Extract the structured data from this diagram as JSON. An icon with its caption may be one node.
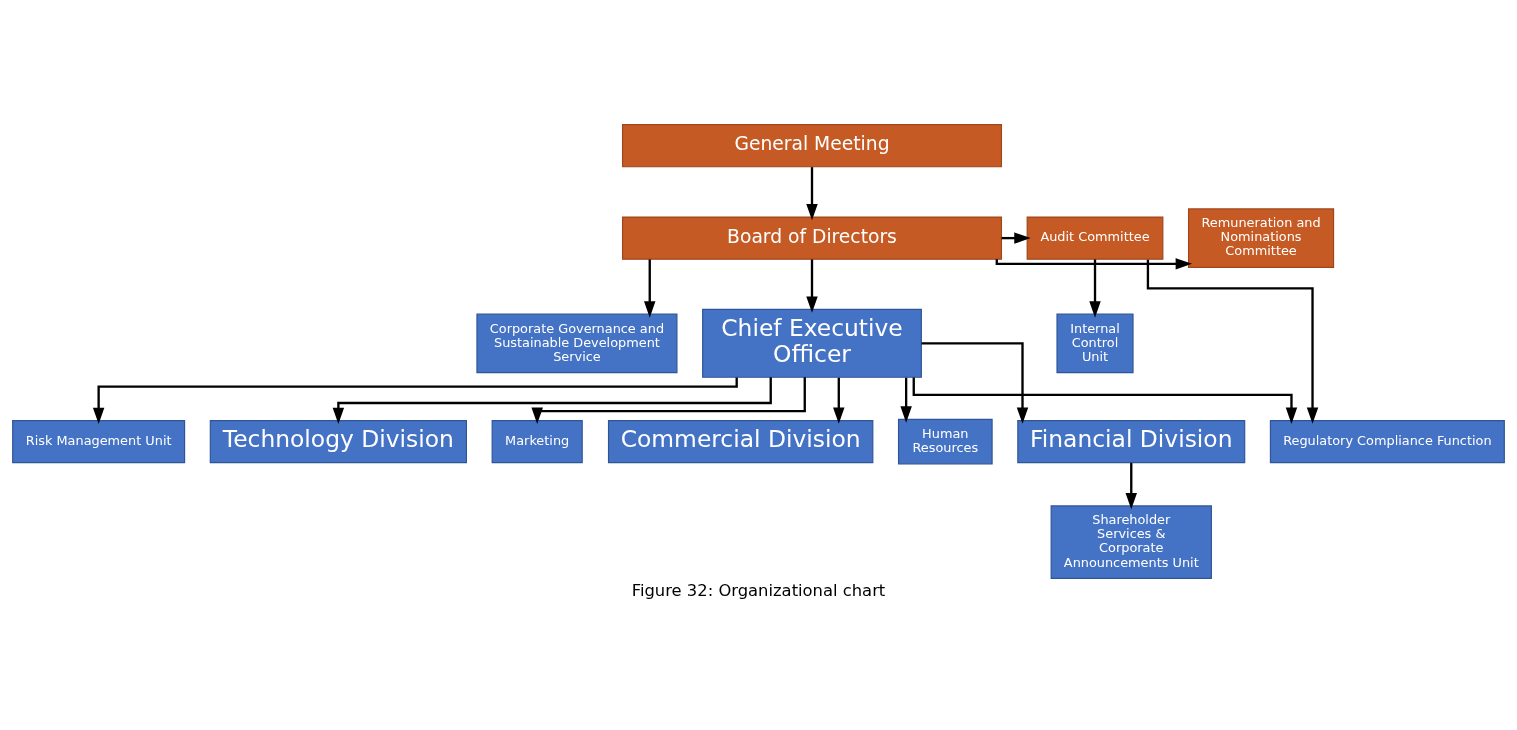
{
  "diagram": {
    "caption": "Figure 32: Organizational chart",
    "nodes": [
      {
        "text": [
          "General Meeting"
        ]
      },
      {
        "text": [
          "Remuneration and Nominations Committee"
        ]
      },
      {
        "text": [
          "Board of Directors"
        ]
      },
      {
        "text": [
          "Audit Committee"
        ]
      },
      {
        "text": [
          "Internal Control Unit"
        ]
      },
      {
        "text": [
          "Corporate Governance and Sustainable Development Service"
        ]
      },
      {
        "text": [
          "Chief Executive Officer"
        ]
      },
      {
        "text": [
          "Regulatory Compliance Function"
        ]
      },
      {
        "text": [
          "Risk Management Unit"
        ]
      },
      {
        "text": [
          "Technology Division"
        ]
      },
      {
        "text": [
          "Marketing"
        ]
      },
      {
        "text": [
          "Commercial Division"
        ]
      },
      {
        "text": [
          "Human Resources"
        ]
      },
      {
        "text": [
          "Financial Division"
        ]
      },
      {
        "text": [
          "Shareholder Services & Corporate Announcements Unit"
        ]
      }
    ],
    "edges": [
      {
        "from": 0,
        "to": 2,
        "arrow": "to"
      },
      {
        "from": 2,
        "to": 1,
        "arrow": "to"
      },
      {
        "from": 2,
        "to": 3,
        "arrow": "to"
      },
      {
        "from": 2,
        "to": 5,
        "arrow": "to"
      },
      {
        "from": 2,
        "to": 6,
        "arrow": "to"
      },
      {
        "from": 3,
        "to": 4,
        "arrow": "to"
      },
      {
        "from": 3,
        "to": 7,
        "arrow": "to"
      },
      {
        "from": 6,
        "to": 7,
        "arrow": "to"
      },
      {
        "from": 6,
        "to": 8,
        "arrow": "to"
      },
      {
        "from": 6,
        "to": 9,
        "arrow": "to"
      },
      {
        "from": 6,
        "to": 10,
        "arrow": "to"
      },
      {
        "from": 6,
        "to": 11,
        "arrow": "to"
      },
      {
        "from": 6,
        "to": 12,
        "arrow": "to"
      },
      {
        "from": 6,
        "to": 13,
        "arrow": "to"
      },
      {
        "from": 13,
        "to": 14,
        "arrow": "to"
      }
    ]
  }
}
